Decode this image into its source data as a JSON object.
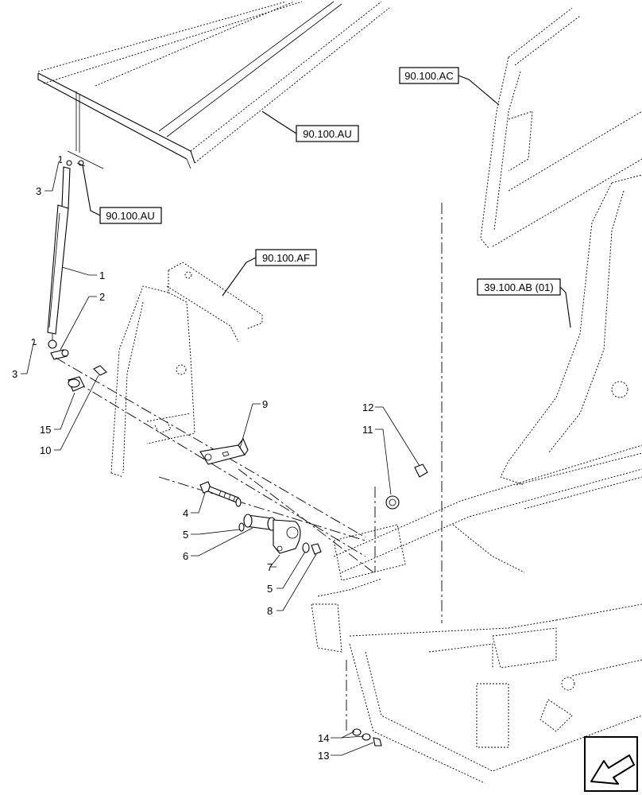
{
  "references": {
    "top_left": "90.100.AU",
    "top_center": "90.100.AU",
    "top_right": "90.100.AC",
    "mid": "90.100.AF",
    "right": "39.100.AB (01)"
  },
  "callouts": {
    "c1": "1",
    "c2": "2",
    "c3a": "3",
    "c3b": "3",
    "c4": "4",
    "c5a": "5",
    "c5b": "5",
    "c6": "6",
    "c7": "7",
    "c8": "8",
    "c9": "9",
    "c10": "10",
    "c11": "11",
    "c12": "12",
    "c13": "13",
    "c14": "14",
    "c15": "15"
  },
  "icons": {
    "nav": "arrow-down-left-icon"
  }
}
